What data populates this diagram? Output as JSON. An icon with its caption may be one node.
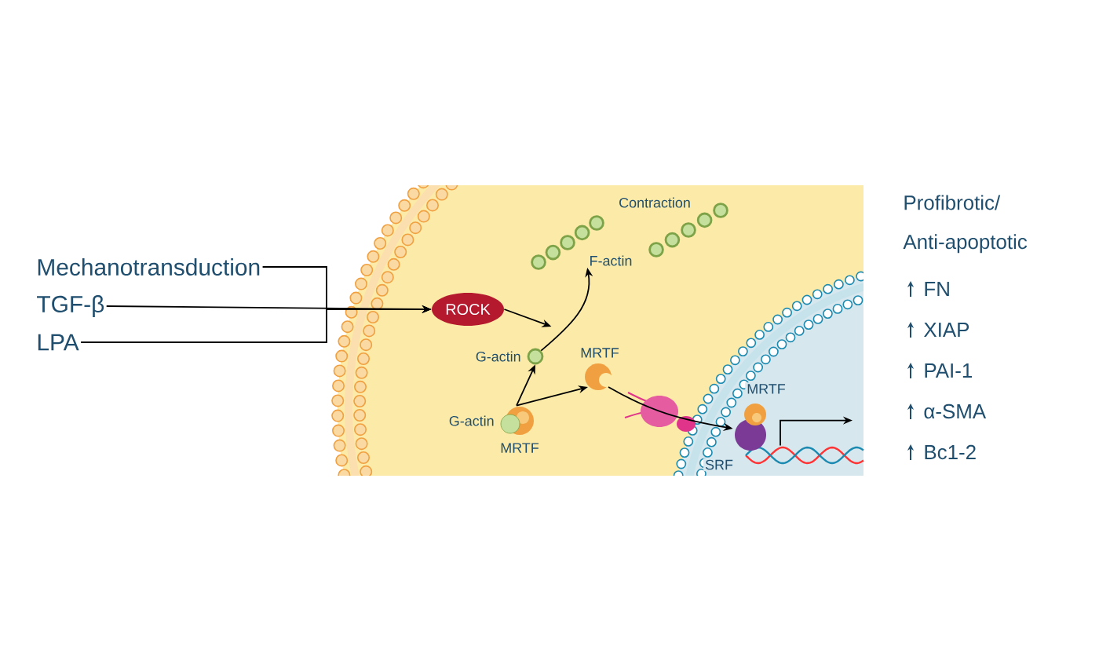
{
  "diagram": {
    "nodes": [
      {
        "text": [
          "Mechanotransduction"
        ]
      },
      {
        "text": [
          "TGF-β"
        ]
      },
      {
        "text": [
          "LPA"
        ]
      },
      {
        "text": [
          "ROCK"
        ]
      },
      {
        "text": [
          "G-actin",
          "MRTF"
        ]
      },
      {
        "text": [
          "G-actin"
        ]
      },
      {
        "text": [
          "MRTF"
        ]
      },
      {
        "text": [
          "F-actin"
        ]
      },
      {
        "text": [
          "MRTF",
          "SRF"
        ]
      },
      {
        "text": [],
        "shape": "picture"
      }
    ],
    "edges": [
      {
        "from": 0,
        "to": 3,
        "arrow": "to"
      },
      {
        "from": 1,
        "to": 3,
        "arrow": "to"
      },
      {
        "from": 2,
        "to": 3,
        "arrow": "to"
      },
      {
        "from": 3,
        "to": null,
        "arrow": "to"
      },
      {
        "from": 4,
        "to": 5,
        "arrow": "to"
      },
      {
        "from": 4,
        "to": 6,
        "arrow": "to"
      },
      {
        "from": 5,
        "to": 7,
        "arrow": "to"
      },
      {
        "from": 6,
        "to": 8,
        "arrow": "to"
      },
      {
        "from": 9,
        "to": null,
        "arrow": "to"
      }
    ],
    "labels": [
      "Contraction",
      "Profibrotic/ Anti-apoptotic",
      "FN",
      "XIAP",
      "PAI-1",
      "α-SMA",
      "Bc1-2"
    ]
  }
}
